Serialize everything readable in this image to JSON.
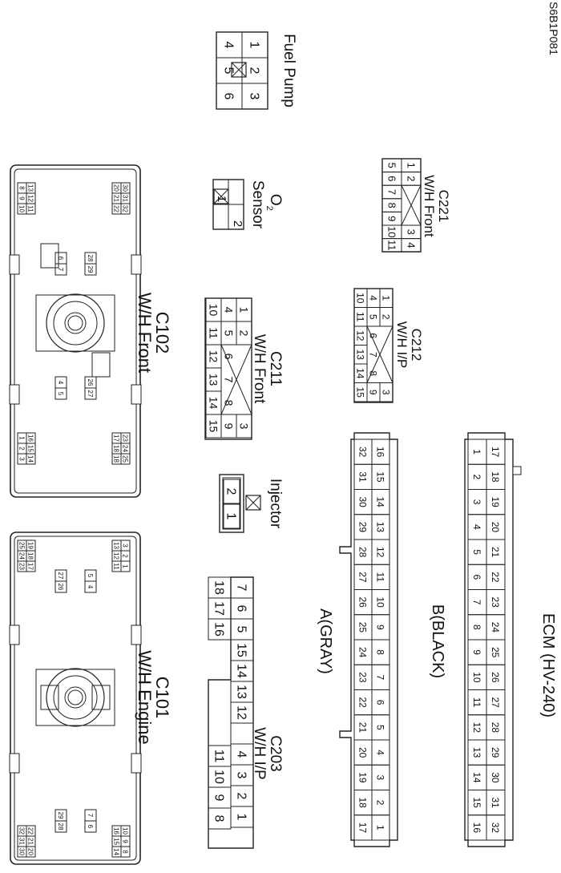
{
  "figure_code": "S6B1P081",
  "labels": {
    "c101": [
      "C101",
      "W/H Engine"
    ],
    "c102": [
      "C102",
      "W/H Front"
    ],
    "c203": [
      "C203",
      "W/H I/P"
    ],
    "c211": [
      "C211",
      "W/H Front"
    ],
    "c212": [
      "C212",
      "W/H I/P"
    ],
    "c221": [
      "C221",
      "W/H Front"
    ],
    "injector": [
      "Injector"
    ],
    "o2": [
      "O",
      "Sensor"
    ],
    "o2_sub": "2",
    "fuel_pump": [
      "Fuel Pump"
    ],
    "ecm_a": [
      "A(GRAY)"
    ],
    "ecm_b": [
      "B(BLACK)"
    ],
    "ecm": [
      "ECM (HV-240)"
    ]
  },
  "connectors": {
    "c101": {
      "groups": [
        {
          "rows": [
            [
              "10",
              "9",
              "8"
            ],
            [
              "16",
              "15",
              "14"
            ]
          ]
        },
        {
          "rows": [
            [
              "7",
              "6"
            ]
          ]
        },
        {
          "rows": [
            [
              "22",
              "21",
              "20"
            ],
            [
              "32",
              "31",
              "30"
            ]
          ]
        },
        {
          "rows": [
            [
              "29",
              "28"
            ]
          ]
        },
        {
          "rows": [
            [
              "5",
              "4"
            ]
          ]
        },
        {
          "rows": [
            [
              "27",
              "26"
            ]
          ]
        },
        {
          "rows": [
            [
              "3",
              "2",
              "1"
            ],
            [
              "13",
              "12",
              "11"
            ]
          ]
        },
        {
          "rows": [
            [
              "19",
              "18",
              "17"
            ],
            [
              "25",
              "24",
              "23"
            ]
          ]
        }
      ]
    },
    "c102": {
      "groups": [
        {
          "rows": [
            [
              "23",
              "24",
              "25"
            ],
            [
              "17",
              "18",
              "18"
            ]
          ]
        },
        {
          "rows": [
            [
              "16",
              "15",
              "14"
            ],
            [
              "1",
              "2",
              "3"
            ]
          ]
        },
        {
          "rows": [
            [
              "26",
              "27"
            ]
          ]
        },
        {
          "rows": [
            [
              "4",
              "5"
            ]
          ]
        },
        {
          "rows": [
            [
              "28",
              "29"
            ]
          ]
        },
        {
          "rows": [
            [
              "6",
              "7"
            ]
          ]
        },
        {
          "rows": [
            [
              "30",
              "31",
              "32"
            ],
            [
              "20",
              "21",
              "22"
            ]
          ]
        },
        {
          "rows": [
            [
              "13",
              "12",
              "11"
            ],
            [
              "8",
              "9",
              "10"
            ]
          ]
        }
      ]
    },
    "c203": {
      "rows": [
        [
          "7",
          "6",
          "5",
          "15",
          "14",
          "13",
          "12",
          "4",
          "3",
          "2",
          "1"
        ],
        [
          "18",
          "17",
          "16",
          "11",
          "10",
          "9",
          "8"
        ]
      ]
    },
    "injector": {
      "pins": [
        "2",
        "1"
      ]
    },
    "c211": {
      "rows": [
        [
          "1",
          "2",
          "3"
        ],
        [
          "4",
          "5",
          "6",
          "7",
          "8",
          "9"
        ],
        [
          "10",
          "11",
          "12",
          "13",
          "14",
          "15"
        ]
      ]
    },
    "c212": {
      "rows": [
        [
          "1",
          "2",
          "3"
        ],
        [
          "4",
          "5",
          "6",
          "7",
          "8",
          "9"
        ],
        [
          "10",
          "11",
          "12",
          "13",
          "14",
          "15"
        ]
      ]
    },
    "o2": {
      "pins": [
        "1",
        "2"
      ]
    },
    "c221": {
      "rows": [
        [
          "1",
          "2",
          "3",
          "4"
        ],
        [
          "5",
          "6",
          "7",
          "8",
          "9",
          "10",
          "11"
        ]
      ]
    },
    "fuel_pump": {
      "rows": [
        [
          "1",
          "2",
          "3"
        ],
        [
          "4",
          "5",
          "6"
        ]
      ]
    },
    "ecm_a": {
      "rows": [
        [
          "16",
          "15",
          "14",
          "13",
          "12",
          "11",
          "10",
          "9",
          "8",
          "7",
          "6",
          "5",
          "4",
          "3",
          "2",
          "1"
        ],
        [
          "32",
          "31",
          "30",
          "29",
          "28",
          "27",
          "26",
          "25",
          "24",
          "23",
          "22",
          "21",
          "20",
          "19",
          "18",
          "17"
        ]
      ]
    },
    "ecm_b": {
      "rows": [
        [
          "17",
          "18",
          "19",
          "20",
          "21",
          "22",
          "23",
          "24",
          "25",
          "26",
          "27",
          "28",
          "29",
          "30",
          "31",
          "32"
        ],
        [
          "1",
          "2",
          "3",
          "4",
          "5",
          "6",
          "7",
          "8",
          "9",
          "10",
          "11",
          "12",
          "13",
          "14",
          "15",
          "16"
        ]
      ]
    }
  }
}
